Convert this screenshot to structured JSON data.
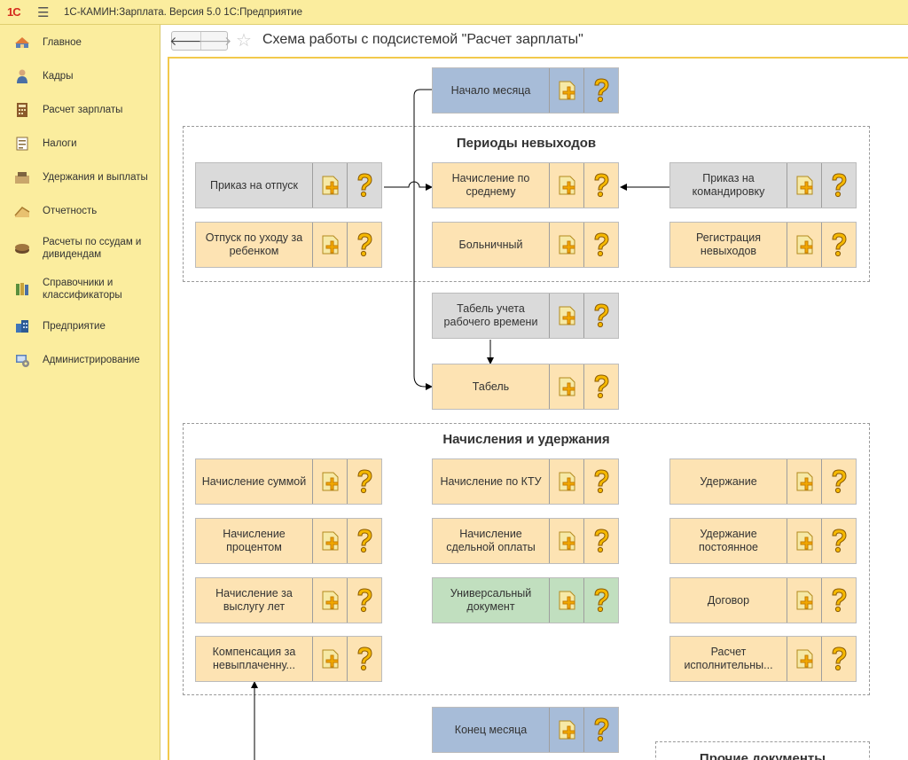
{
  "window": {
    "title": "1С-КАМИН:Зарплата. Версия 5.0 1С:Предприятие",
    "logo": "1С"
  },
  "sidebar": {
    "items": [
      {
        "label": "Главное",
        "icon": "home-icon"
      },
      {
        "label": "Кадры",
        "icon": "staff-icon"
      },
      {
        "label": "Расчет зарплаты",
        "icon": "calculator-icon"
      },
      {
        "label": "Налоги",
        "icon": "taxes-icon"
      },
      {
        "label": "Удержания и выплаты",
        "icon": "payments-icon"
      },
      {
        "label": "Отчетность",
        "icon": "reports-icon"
      },
      {
        "label": "Расчеты по ссудам и дивидендам",
        "icon": "loans-icon"
      },
      {
        "label": "Справочники и классификаторы",
        "icon": "books-icon"
      },
      {
        "label": "Предприятие",
        "icon": "enterprise-icon"
      },
      {
        "label": "Администрирование",
        "icon": "admin-icon"
      }
    ]
  },
  "page": {
    "title": "Схема работы с подсистемой \"Расчет зарплаты\""
  },
  "groups": [
    {
      "title": "Периоды невыходов"
    },
    {
      "title": "Начисления и удержания"
    },
    {
      "title": "Прочие документы"
    }
  ],
  "nodes": {
    "nachalo_mesyaca": {
      "label": "Начало месяца",
      "color": "#a7bcd8"
    },
    "prikaz_otpusk": {
      "label": "Приказ на отпуск",
      "color": "#dadada"
    },
    "nachislenie_srednemu": {
      "label": "Начисление по среднему",
      "color": "#fde3b3"
    },
    "prikaz_komandirovka": {
      "label": "Приказ на командировку",
      "color": "#dadada"
    },
    "otpusk_rebenok": {
      "label": "Отпуск по уходу за ребенком",
      "color": "#fde3b3"
    },
    "bolnichny": {
      "label": "Больничный",
      "color": "#fde3b3"
    },
    "registraciya": {
      "label": "Регистрация невыходов",
      "color": "#fde3b3"
    },
    "tabel_ucheta": {
      "label": "Табель учета рабочего времени",
      "color": "#dadada"
    },
    "tabel": {
      "label": "Табель",
      "color": "#fde3b3"
    },
    "nach_summoy": {
      "label": "Начисление суммой",
      "color": "#fde3b3"
    },
    "nach_ktu": {
      "label": "Начисление по КТУ",
      "color": "#fde3b3"
    },
    "uderzhanie": {
      "label": "Удержание",
      "color": "#fde3b3"
    },
    "nach_procentom": {
      "label": "Начисление процентом",
      "color": "#fde3b3"
    },
    "nach_sdelnoy": {
      "label": "Начисление сдельной оплаты",
      "color": "#fde3b3"
    },
    "uderzhanie_post": {
      "label": "Удержание постоянное",
      "color": "#fde3b3"
    },
    "nach_vyslugu": {
      "label": "Начисление за выслугу лет",
      "color": "#fde3b3"
    },
    "universalny": {
      "label": "Универсальный документ",
      "color": "#c1dfbf"
    },
    "dogovor": {
      "label": "Договор",
      "color": "#fde3b3"
    },
    "kompensaciya": {
      "label": "Компенсация за невыплаченну...",
      "color": "#fde3b3"
    },
    "raschet_isp": {
      "label": "Расчет исполнительны...",
      "color": "#fde3b3"
    },
    "konec_mesyaca": {
      "label": "Конец месяца",
      "color": "#a7bcd8"
    }
  },
  "node_buttons": {
    "open_icon": "document-open-icon",
    "help_icon": "help-question-icon"
  }
}
